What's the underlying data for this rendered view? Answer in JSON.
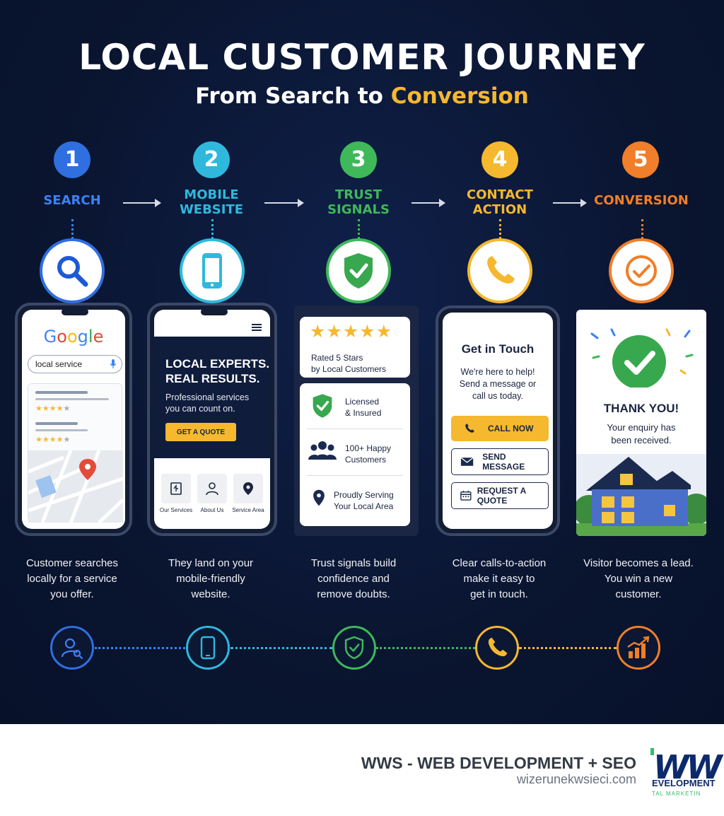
{
  "header": {
    "title": "LOCAL CUSTOMER JOURNEY",
    "subtitle_prefix": "From Search to ",
    "subtitle_highlight": "Conversion"
  },
  "colors": {
    "background": "#0a1530",
    "step1": "#2f6fe0",
    "step2": "#2fb8dc",
    "step3": "#3fb85a",
    "step4": "#f5b82e",
    "step5": "#f07e2a"
  },
  "steps": [
    {
      "number": "1",
      "label_line1": "SEARCH",
      "label_line2": "",
      "icon": "search-icon",
      "description": [
        "Customer searches",
        "locally for a service",
        "you offer."
      ],
      "bottom_icon": "user-search-icon"
    },
    {
      "number": "2",
      "label_line1": "MOBILE",
      "label_line2": "WEBSITE",
      "icon": "mobile-phone-icon",
      "description": [
        "They land on your",
        "mobile-friendly",
        "website."
      ],
      "bottom_icon": "mobile-phone-icon"
    },
    {
      "number": "3",
      "label_line1": "TRUST",
      "label_line2": "SIGNALS",
      "icon": "shield-check-icon",
      "description": [
        "Trust signals build",
        "confidence and",
        "remove doubts."
      ],
      "bottom_icon": "shield-check-icon"
    },
    {
      "number": "4",
      "label_line1": "CONTACT",
      "label_line2": "ACTION",
      "icon": "phone-handset-icon",
      "description": [
        "Clear calls-to-action",
        "make it easy to",
        "get in touch."
      ],
      "bottom_icon": "phone-handset-icon"
    },
    {
      "number": "5",
      "label_line1": "CONVERSION",
      "label_line2": "",
      "icon": "check-circle-icon",
      "description": [
        "Visitor becomes a lead.",
        "You win a new",
        "customer."
      ],
      "bottom_icon": "growth-chart-icon"
    }
  ],
  "panel1": {
    "logo_letters": [
      "G",
      "o",
      "o",
      "g",
      "l",
      "e"
    ],
    "search_value": "local service"
  },
  "panel2": {
    "headline_line1": "LOCAL EXPERTS.",
    "headline_line2": "REAL RESULTS.",
    "sub_line1": "Professional services",
    "sub_line2": "you can count on.",
    "cta": "GET A QUOTE",
    "nav": [
      "Our Services",
      "About Us",
      "Service Area"
    ]
  },
  "panel3": {
    "stars_line1": "Rated 5 Stars",
    "stars_line2": "by Local Customers",
    "items": [
      {
        "line1": "Licensed",
        "line2": "& Insured"
      },
      {
        "line1": "100+ Happy",
        "line2": "Customers"
      },
      {
        "line1": "Proudly Serving",
        "line2": "Your Local Area"
      }
    ]
  },
  "panel4": {
    "title": "Get in Touch",
    "body": [
      "We're here to help!",
      "Send a message or",
      "call us today."
    ],
    "call": "CALL NOW",
    "message": "SEND MESSAGE",
    "quote": "REQUEST A QUOTE"
  },
  "panel5": {
    "title": "THANK YOU!",
    "body_line1": "Your enquiry has",
    "body_line2": "been received."
  },
  "footer": {
    "brand": "WWS - WEB DEVELOPMENT + SEO",
    "site": "wizerunekwsieci.com",
    "logo_text": "WW",
    "logo_sub1": "EVELOPMENT",
    "logo_sub2": "TAL MARKETIN"
  }
}
